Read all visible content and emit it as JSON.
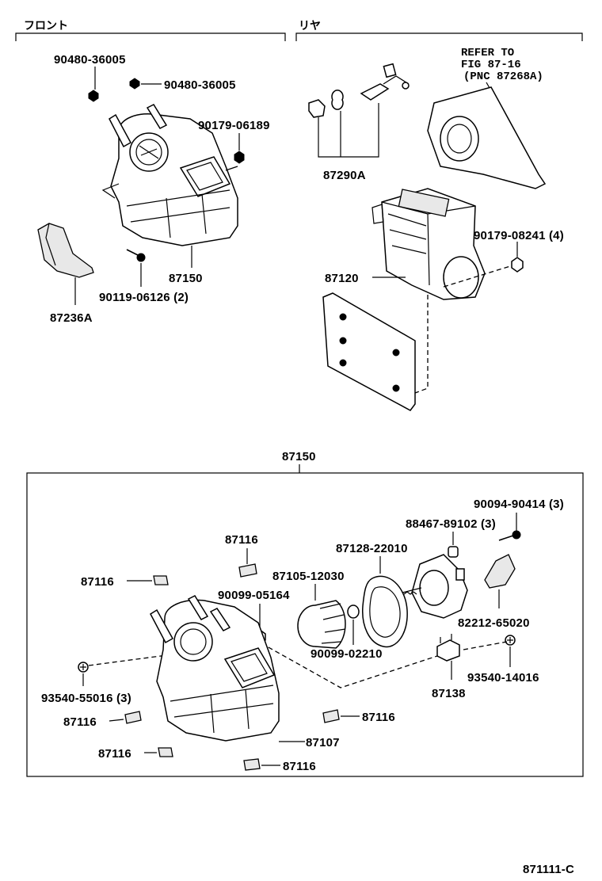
{
  "headers": {
    "front": "フロント",
    "rear": "リヤ"
  },
  "refer_note": {
    "line1": "REFER TO",
    "line2": "FIG 87-16",
    "line3": "(PNC 87268A)"
  },
  "labels": {
    "p90480_36005_a": "90480-36005",
    "p90480_36005_b": "90480-36005",
    "p90179_06189": "90179-06189",
    "p87150_top": "87150",
    "p90119_06126": "90119-06126 (2)",
    "p87236A": "87236A",
    "p87290A": "87290A",
    "p90179_08241": "90179-08241 (4)",
    "p87120": "87120",
    "p87150_box": "87150",
    "p90094_90414": "90094-90414 (3)",
    "p88467_89102": "88467-89102 (3)",
    "p87116_a": "87116",
    "p87128_22010": "87128-22010",
    "p87105_12030": "87105-12030",
    "p87116_b": "87116",
    "p90099_05164": "90099-05164",
    "p82212_65020": "82212-65020",
    "p90099_02210": "90099-02210",
    "p93540_14016": "93540-14016",
    "p93540_55016": "93540-55016 (3)",
    "p87138": "87138",
    "p87116_c": "87116",
    "p87116_d": "87116",
    "p87107": "87107",
    "p87116_e": "87116",
    "p87116_f": "87116"
  },
  "figure_id": "871111-C"
}
